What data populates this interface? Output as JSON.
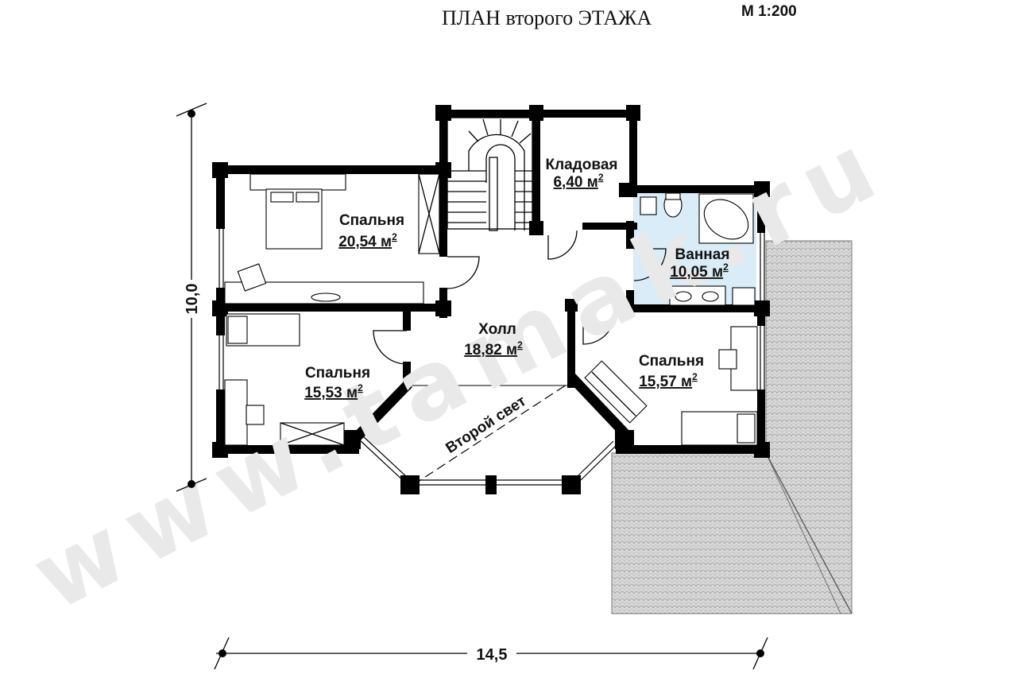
{
  "header": {
    "title": "ПЛАН второго ЭТАЖА",
    "scale": "М 1:200"
  },
  "rooms": [
    {
      "name": "Кладовая",
      "area": "6,40 м",
      "unit_sup": "2"
    },
    {
      "name": "Спальня",
      "area": "20,54 м",
      "unit_sup": "2"
    },
    {
      "name": "Ванная",
      "area": "10,05 м",
      "unit_sup": "2"
    },
    {
      "name": "Холл",
      "area": "18,82 м",
      "unit_sup": "2"
    },
    {
      "name": "Спальня",
      "area": "15,53 м",
      "unit_sup": "2"
    },
    {
      "name": "Спальня",
      "area": "15,57 м",
      "unit_sup": "2"
    }
  ],
  "annotations": {
    "second_light": "Второй свет"
  },
  "dimensions": {
    "height": "10,0",
    "width": "14,5"
  },
  "watermark": "www.tamak.ru",
  "colors": {
    "bathroom_fill": "#d9ecf7",
    "roof_fill": "#d6d6d6",
    "watermark": "#e9e9e9"
  }
}
